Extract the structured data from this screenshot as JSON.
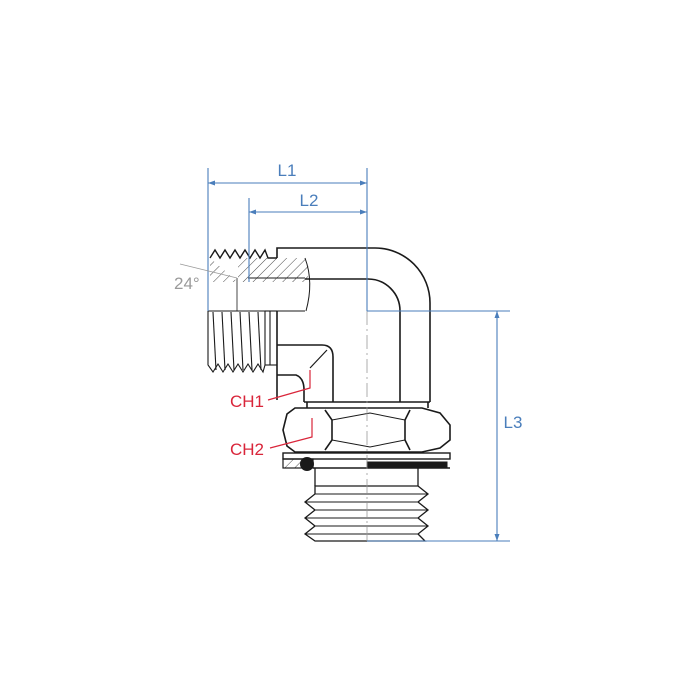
{
  "dimensions": {
    "l1": "L1",
    "l2": "L2",
    "l3": "L3",
    "angle": "24°"
  },
  "callouts": {
    "ch1": "CH1",
    "ch2": "CH2"
  },
  "colors": {
    "dimension": "#4a7ebb",
    "callout": "#d9253a",
    "outline": "#1a1a1a",
    "angle": "#9a9a9a"
  }
}
